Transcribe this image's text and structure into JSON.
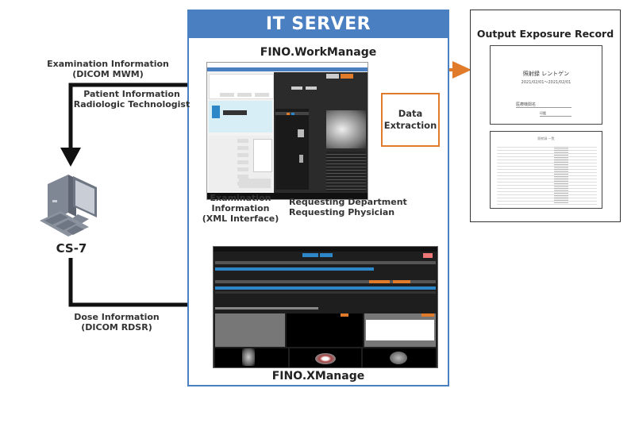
{
  "server": {
    "title": "IT SERVER",
    "apps": {
      "workmanage": "FINO.WorkManage",
      "xmanage": "FINO.XManage"
    }
  },
  "client": {
    "name": "CS-7",
    "icon": "workstation-icon"
  },
  "flows": {
    "exam_info_mwm": [
      "Examination Information",
      "(DICOM MWM)"
    ],
    "patient_tech": [
      "Patient Information",
      "Radiologic Technologist"
    ],
    "exam_info_xml": [
      "Examination",
      "Information",
      "(XML Interface)"
    ],
    "req_dept_phys": [
      "Requesting Department",
      "Requesting Physician"
    ],
    "dose_info": [
      "Dose Information",
      "(DICOM RDSR)"
    ]
  },
  "extraction": {
    "label": [
      "Data",
      "Extraction"
    ]
  },
  "output": {
    "title": "Output Exposure Record",
    "cover": {
      "heading": "照射録 レントゲン",
      "date_range": "2021/02/01〜2021/02/01",
      "signature_label": "医療機関名",
      "signature_sub": "印鑑"
    },
    "table_title": "照射録 一覧"
  },
  "colors": {
    "server_blue": "#4a7fc1",
    "arrow_blue": "#4a7fc1",
    "arrow_orange": "#e07b2c",
    "arrow_black": "#111111"
  }
}
